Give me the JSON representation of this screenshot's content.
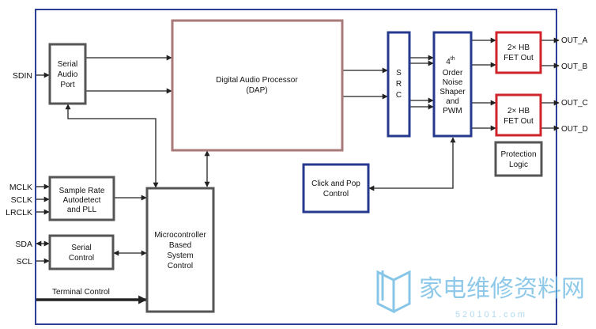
{
  "colors": {
    "frame": "#2c3e95",
    "dap_border": "#a87a7a",
    "gray_border": "#555555",
    "blue_border": "#253a8e",
    "red_border": "#d0232b",
    "wire": "#222222",
    "watermark": "#6ab8e2",
    "watermark_light": "#a9d5ef"
  },
  "blocks": {
    "serial_audio_port": [
      "Serial",
      "Audio",
      "Port"
    ],
    "dap": [
      "Digital Audio Processor",
      "(DAP)"
    ],
    "src": [
      "S",
      "R",
      "C"
    ],
    "noise_shaper": {
      "sup": "th",
      "lines": [
        "4",
        "Order",
        "Noise",
        "Shaper",
        "and",
        "PWM"
      ]
    },
    "fet_out_1": [
      "2× HB",
      "FET Out"
    ],
    "fet_out_2": [
      "2× HB",
      "FET Out"
    ],
    "protection_logic": [
      "Protection",
      "Logic"
    ],
    "click_pop": [
      "Click and Pop",
      "Control"
    ],
    "sample_rate": [
      "Sample Rate",
      "Autodetect",
      "and PLL"
    ],
    "serial_control": [
      "Serial",
      "Control"
    ],
    "microcontroller": [
      "Microcontroller",
      "Based",
      "System",
      "Control"
    ]
  },
  "signals": {
    "sdin": "SDIN",
    "mclk": "MCLK",
    "sclk": "SCLK",
    "lrclk": "LRCLK",
    "sda": "SDA",
    "scl": "SCL",
    "terminal_control": "Terminal Control",
    "out_a": "OUT_A",
    "out_b": "OUT_B",
    "out_c": "OUT_C",
    "out_d": "OUT_D"
  },
  "watermark": {
    "chinese": "家电维修资料网",
    "url": "5 2 0 1 0 1 . c o m"
  }
}
